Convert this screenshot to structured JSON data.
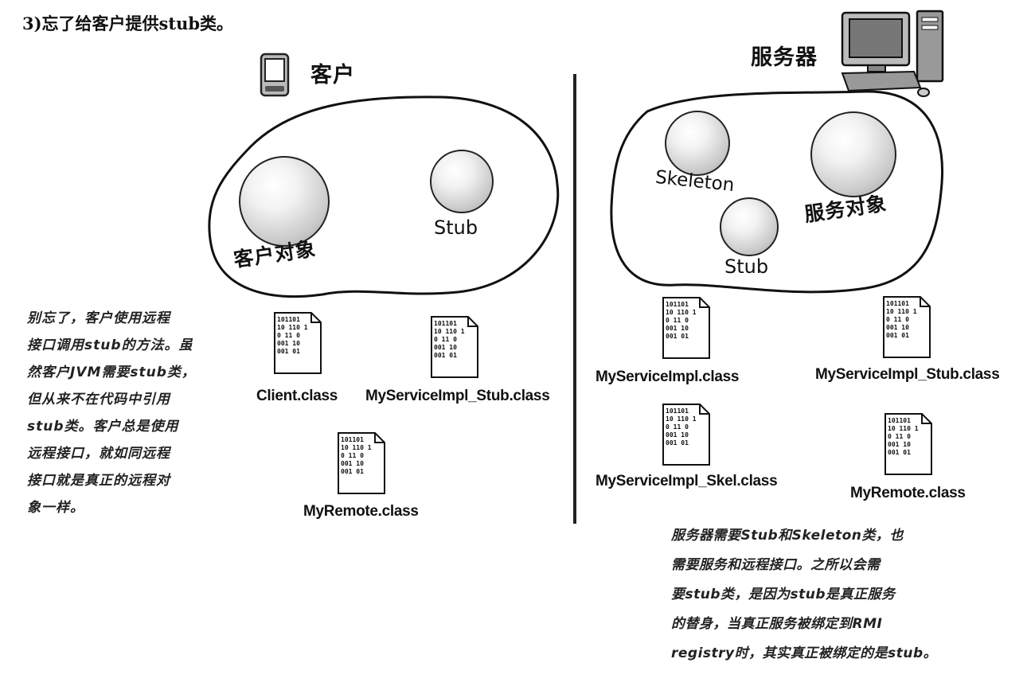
{
  "heading": "3)忘了给客户提供stub类。",
  "client": {
    "title": "客户",
    "objects": {
      "client_object": "客户对象",
      "stub": "Stub"
    },
    "files": [
      "Client.class",
      "MyServiceImpl_Stub.class",
      "MyRemote.class"
    ],
    "note_lines": [
      "别忘了，客户使用远程",
      "接口调用stub的方法。虽",
      "然客户JVM需要stub类，",
      "但从来不在代码中引用",
      "stub类。客户总是使用",
      "远程接口，就如同远程",
      "接口就是真正的远程对",
      "象一样。"
    ]
  },
  "server": {
    "title": "服务器",
    "objects": {
      "skeleton": "Skeleton",
      "stub": "Stub",
      "service_object": "服务对象"
    },
    "files": [
      "MyServiceImpl.class",
      "MyServiceImpl_Stub.class",
      "MyServiceImpl_Skel.class",
      "MyRemote.class"
    ],
    "note_lines": [
      "服务器需要Stub和Skeleton类，也",
      "需要服务和远程接口。之所以会需",
      "要stub类，是因为stub是真正服务",
      "的替身，当真正服务被绑定到RMI",
      "registry时，其实真正被绑定的是stub。"
    ]
  },
  "file_bits": "101101\n10 110 1\n0 11 0\n001 10\n001 01"
}
